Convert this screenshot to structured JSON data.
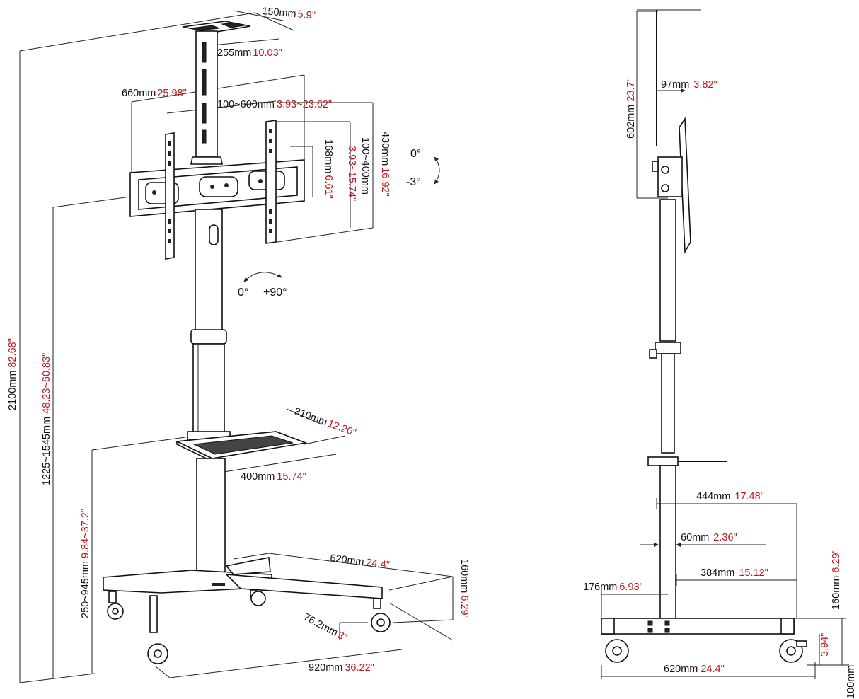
{
  "front_view": {
    "top_plate": {
      "mm": "150mm",
      "in": "5.9\""
    },
    "column_top": {
      "mm": "255mm",
      "in": "10.03\""
    },
    "mount_width": {
      "mm": "660mm",
      "in": "25.98\""
    },
    "vesa_width": {
      "mm": "100~600mm",
      "in": "3.93~23.62\""
    },
    "bracket_height": {
      "mm": "168mm",
      "in": "6.61\""
    },
    "vesa_height": {
      "mm": "100~400mm",
      "in": "3.93~15.74\""
    },
    "arm_height": {
      "mm": "430mm",
      "in": "16.92\""
    },
    "tilt": {
      "upper": "0°",
      "lower": "-3°"
    },
    "rotation": {
      "left": "0°",
      "right": "+90°"
    },
    "total_height": {
      "mm": "2100mm",
      "in": "82.68\""
    },
    "center_height": {
      "mm": "1225~1545mm",
      "in": "48.23~60.83\""
    },
    "shelf_height": {
      "mm": "250~945mm",
      "in": "9.84~37.2\""
    },
    "shelf_depth": {
      "mm": "310mm",
      "in": "12.20\""
    },
    "shelf_width": {
      "mm": "400mm",
      "in": "15.74\""
    },
    "base_width": {
      "mm": "620mm",
      "in": "24.4\""
    },
    "base_height": {
      "mm": "160mm",
      "in": "6.29\""
    },
    "caster": {
      "mm": "76.2mm",
      "in": "3\""
    },
    "base_depth": {
      "mm": "920mm",
      "in": "36.22\""
    }
  },
  "side_view": {
    "screen_height": {
      "mm": "602mm",
      "in": "23.7\""
    },
    "screen_offset": {
      "mm": "97mm",
      "in": "3.82\""
    },
    "shelf_reach": {
      "mm": "444mm",
      "in": "17.48\""
    },
    "pole_depth": {
      "mm": "60mm",
      "in": "2.36\""
    },
    "front_leg": {
      "mm": "384mm",
      "in": "15.12\""
    },
    "rear_leg": {
      "mm": "176mm",
      "in": "6.93\""
    },
    "base_height": {
      "mm": "160mm",
      "in": "6.29\""
    },
    "wheel_height": {
      "mm": "100mm",
      "in": "3.94\""
    },
    "base_length": {
      "mm": "620mm",
      "in": "24.4\""
    }
  }
}
